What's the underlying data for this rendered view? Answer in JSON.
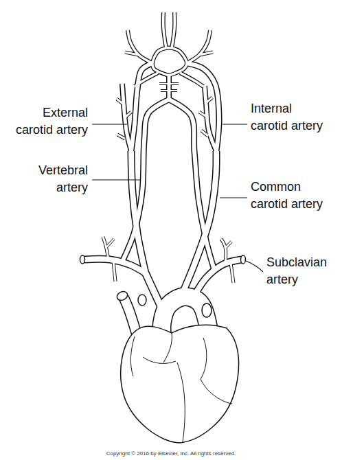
{
  "diagram": {
    "labels": [
      "External carotid artery",
      "Internal carotid artery",
      "Vertebral artery",
      "Common carotid artery",
      "Subclavian artery",
      "Copyright © 2016 by Elsevier, Inc. All rights reserved."
    ]
  }
}
